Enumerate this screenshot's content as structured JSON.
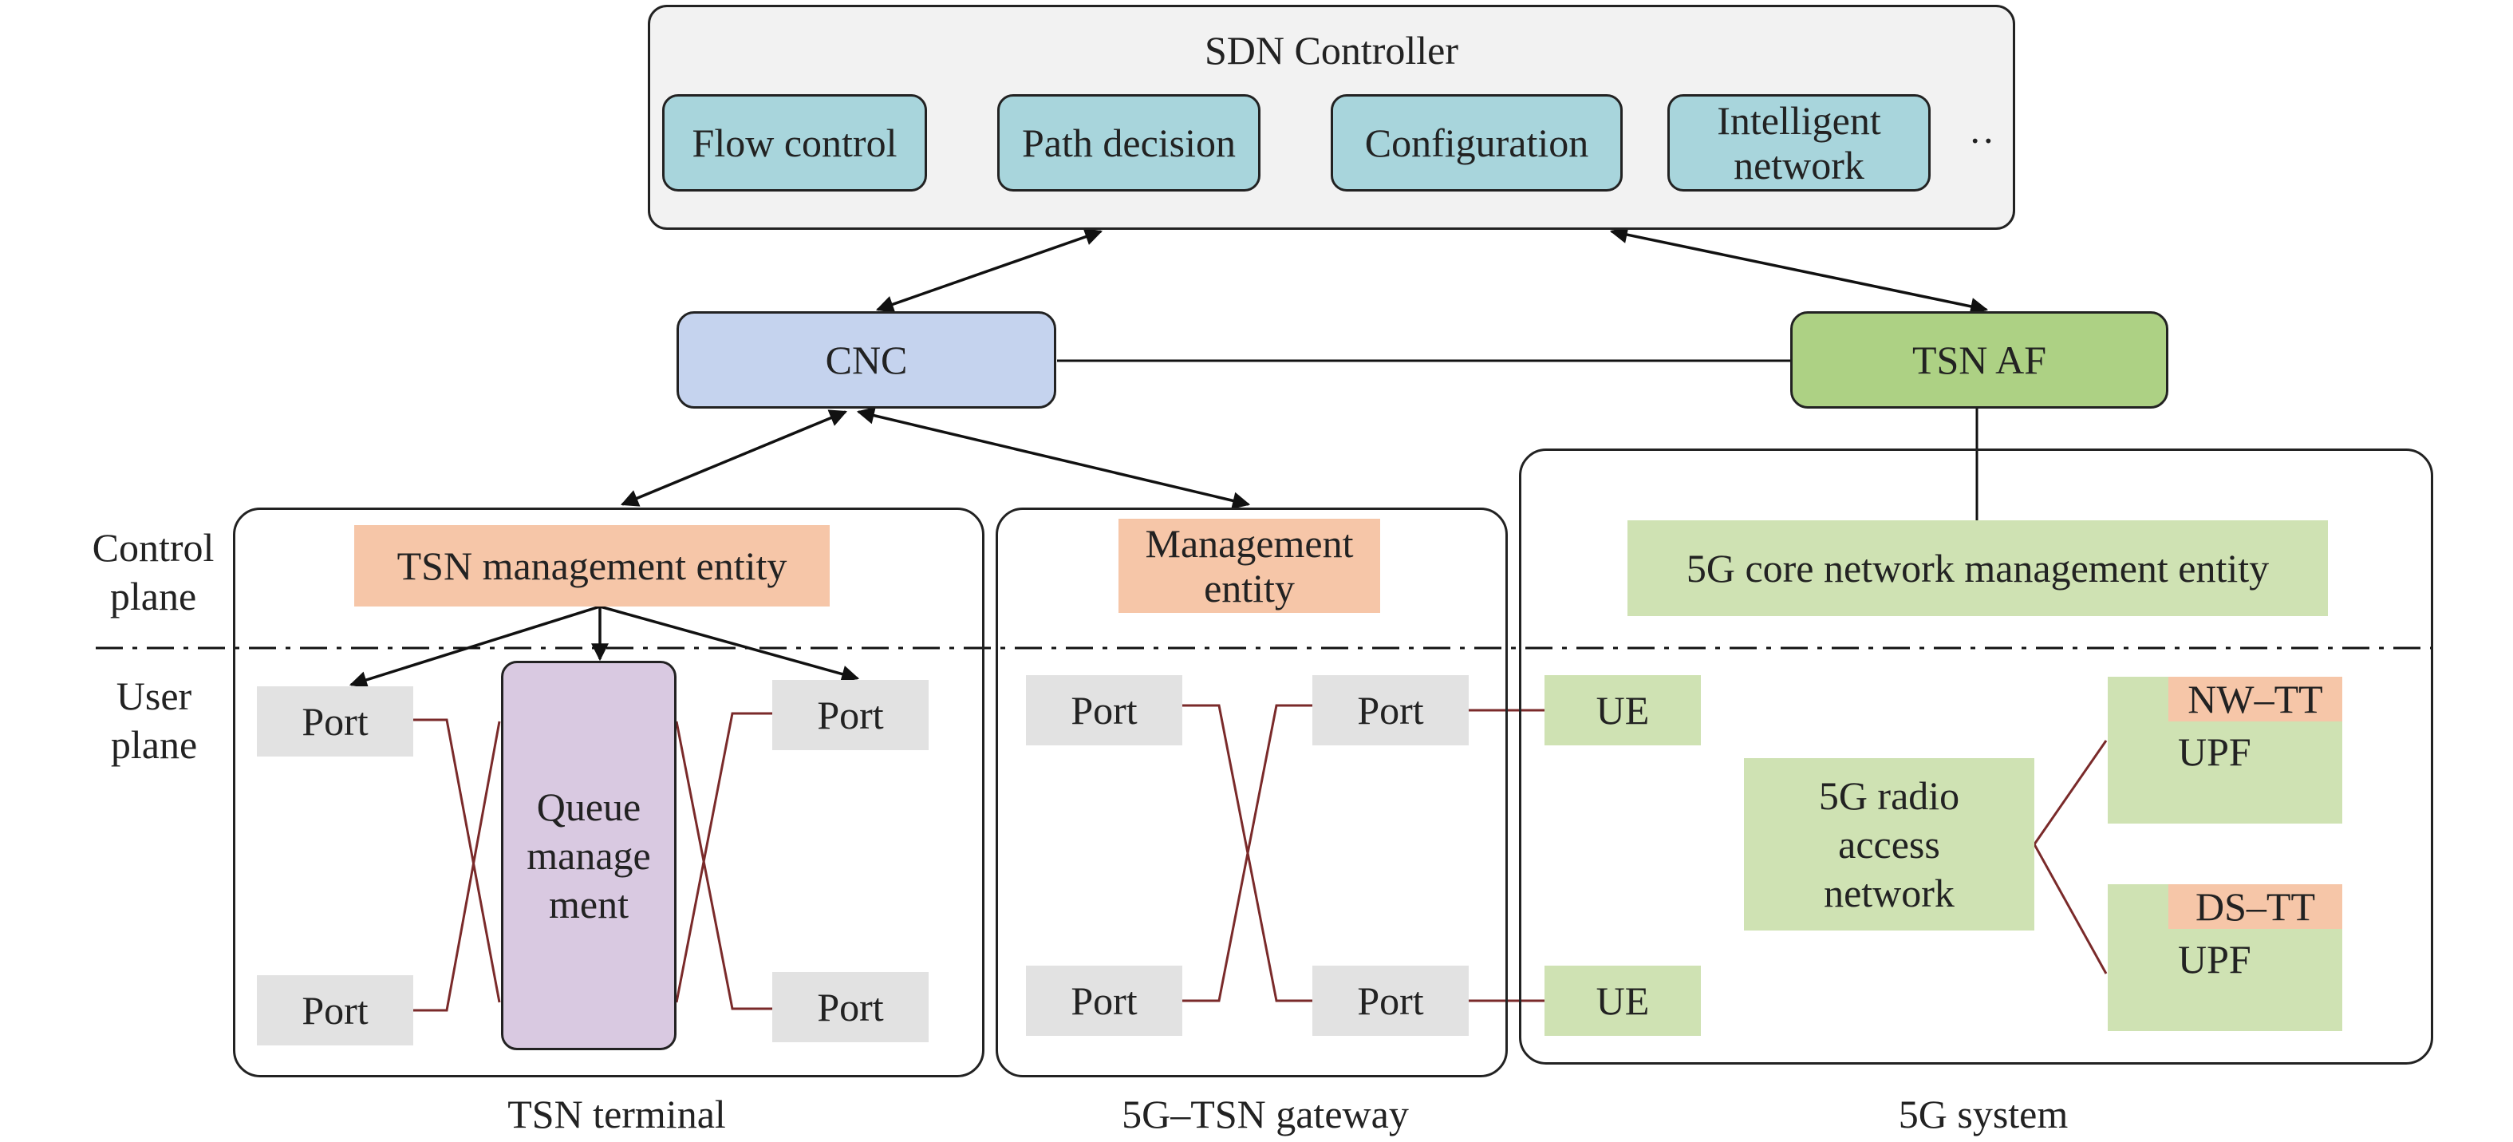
{
  "controller": {
    "title": "SDN Controller",
    "modules": [
      "Flow control",
      "Path decision",
      "Configuration",
      "Intelligent network"
    ],
    "more": "··"
  },
  "cnc": {
    "label": "CNC"
  },
  "tsn_af": {
    "label": "TSN AF"
  },
  "plane_labels": {
    "control": "Control plane",
    "user": "User plane"
  },
  "tsn_terminal": {
    "caption": "TSN terminal",
    "management_entity": "TSN management entity",
    "queue": "Queue manage ment",
    "ports": [
      "Port",
      "Port",
      "Port",
      "Port"
    ]
  },
  "gateway": {
    "caption": "5G–TSN gateway",
    "management_entity": "Management entity",
    "ports": [
      "Port",
      "Port",
      "Port",
      "Port"
    ]
  },
  "system_5g": {
    "caption": "5G system",
    "core_entity": "5G core network management entity",
    "ue": [
      "UE",
      "UE"
    ],
    "ran": "5G radio access network",
    "upf": [
      {
        "tag": "NW–TT",
        "label": "UPF"
      },
      {
        "tag": "DS–TT",
        "label": "UPF"
      }
    ]
  },
  "colors": {
    "controller_bg": "#f2f2f2",
    "module_bg": "#a8d5dc",
    "cnc_bg": "#c5d3ee",
    "tsn_af_bg": "#add184",
    "entity_bg": "#f6c6a8",
    "green_bg": "#cfe2b3",
    "port_bg": "#e2e2e2",
    "queue_bg": "#d9c9e1",
    "link_line": "#7a2a2a"
  }
}
